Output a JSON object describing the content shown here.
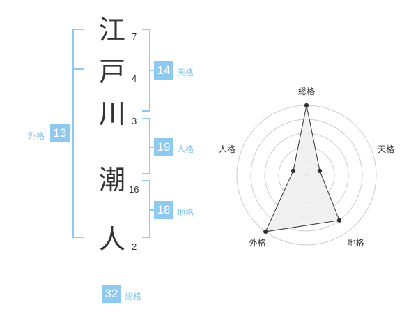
{
  "name": {
    "characters": [
      {
        "char": "江",
        "strokes": "7"
      },
      {
        "char": "戸",
        "strokes": "4"
      },
      {
        "char": "川",
        "strokes": "3"
      },
      {
        "char": "潮",
        "strokes": "16"
      },
      {
        "char": "人",
        "strokes": "2"
      }
    ]
  },
  "fortunes": {
    "tenkaku": {
      "value": "14",
      "label": "天格"
    },
    "jinkaku": {
      "value": "19",
      "label": "人格"
    },
    "chikaku": {
      "value": "18",
      "label": "地格"
    },
    "gaikaku": {
      "value": "13",
      "label": "外格"
    },
    "soukaku": {
      "value": "32",
      "label": "総格"
    }
  },
  "colors": {
    "accent": "#8ec9ef",
    "accent_text": "#7ec4ee",
    "text": "#333333",
    "radar_fill": "#eeeeee",
    "grid": "#cccccc"
  },
  "chart_data": {
    "type": "radar",
    "axes": [
      "総格",
      "天格",
      "地格",
      "外格",
      "人格"
    ],
    "values": [
      5,
      1,
      4,
      5,
      1
    ],
    "max": 5,
    "rings": 5
  }
}
